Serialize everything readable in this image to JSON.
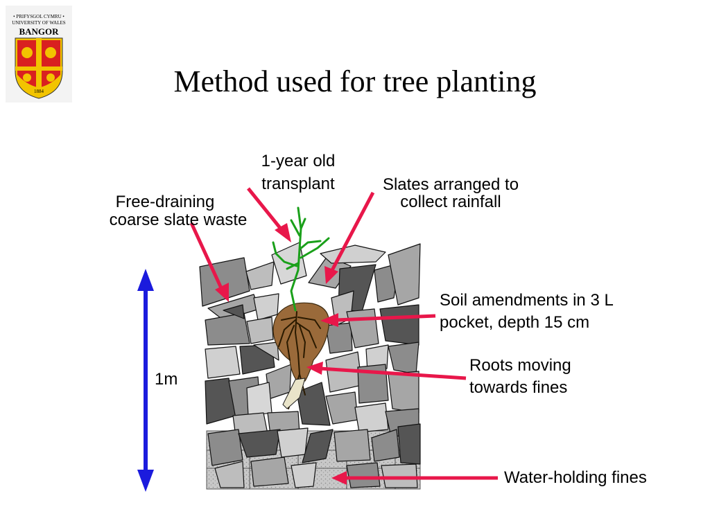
{
  "slide": {
    "title": "Method used for tree planting"
  },
  "logo": {
    "line1": "• PRIFYSGOL CYMRU •",
    "line2": "UNIVERSITY OF WALES",
    "name": "BANGOR",
    "year": "1884"
  },
  "labels": {
    "transplant": [
      "1-year old",
      "transplant"
    ],
    "slates": [
      "Slates arranged to",
      "collect rainfall"
    ],
    "slate_waste": [
      "Free-draining",
      "coarse slate waste"
    ],
    "soil": [
      "Soil amendments in 3 L",
      "pocket, depth 15 cm"
    ],
    "roots": [
      "Roots moving",
      "towards fines"
    ],
    "fines": "Water-holding fines",
    "scale": "1m"
  },
  "colors": {
    "arrow": "#e8174a",
    "scale_arrow": "#1b1bdd",
    "soil": "#9a6a3a",
    "plant": "#1aa01a",
    "slate_dark": "#555555",
    "slate_mid": "#8c8c8c",
    "slate_light": "#bdbdbd"
  }
}
